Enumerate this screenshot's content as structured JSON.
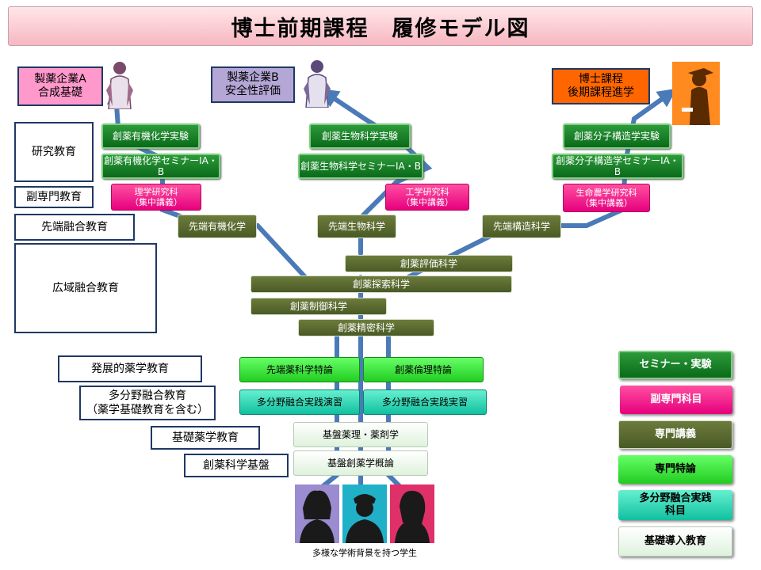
{
  "title": "博士前期課程　履修モデル図",
  "goals": {
    "a": [
      "製薬企業A",
      "合成基礎"
    ],
    "b": [
      "製薬企業B",
      "安全性評価"
    ],
    "c": [
      "博士課程",
      "後期課程進学"
    ]
  },
  "categories": {
    "research": "研究教育",
    "sub_major": "副専門教育",
    "advanced_fusion": "先端融合教育",
    "broad_fusion": "広域融合教育",
    "developmental": "発展的薬学教育",
    "multi_field": [
      "多分野融合教育",
      "（薬学基礎教育を含む）"
    ],
    "basic_pharma": "基礎薬学教育",
    "foundation": "創薬科学基盤"
  },
  "nodes": {
    "a_exp": "創薬有機化学実験",
    "a_sem": "創薬有機化学セミナーIA・B",
    "a_sub": [
      "理学研究科",
      "（集中講義）"
    ],
    "a_adv": "先端有機化学",
    "b_exp": "創薬生物科学実験",
    "b_sem": "創薬生物科学セミナーIA・B",
    "b_sub": [
      "工学研究科",
      "（集中講義）"
    ],
    "b_adv": "先端生物科学",
    "c_exp": "創薬分子構造学実験",
    "c_sem": "創薬分子構造学セミナーIA・B",
    "c_sub": [
      "生命農学研究科",
      "（集中講義）"
    ],
    "c_adv": "先端構造科学",
    "eval": "創薬評価科学",
    "explore": "創薬探索科学",
    "control": "創薬制御科学",
    "precision": "創薬精密科学",
    "special1": "先端薬科学特論",
    "special2": "創薬倫理特論",
    "practice1": "多分野融合実践演習",
    "practice2": "多分野融合実践実習",
    "basic1": "基盤薬理・薬剤学",
    "basic2": "基盤創薬学概論"
  },
  "legend": {
    "seminar": "セミナー・実験",
    "sub_subject": "副専門科目",
    "lecture": "専門講義",
    "special": "専門特論",
    "multi": [
      "多分野融合実践",
      "科目"
    ],
    "intro": "基礎導入教育"
  },
  "caption": "多様な学術背景を持つ学生",
  "colors": {
    "arrow": "#4a7ab8",
    "seminar": "#0a6a1a",
    "sub_subject": "#e6007e",
    "lecture": "#4a5a26",
    "special": "#22cc22",
    "multi": "#10c0a0",
    "intro": "#def2dc",
    "goal_a": "#ff99cc",
    "goal_b": "#b4a7d6",
    "goal_c": "#ff6600"
  },
  "icons": [
    "researcher-a-icon",
    "researcher-b-icon",
    "graduate-icon",
    "student-woman-icon",
    "student-man-icon",
    "student-woman-2-icon"
  ]
}
